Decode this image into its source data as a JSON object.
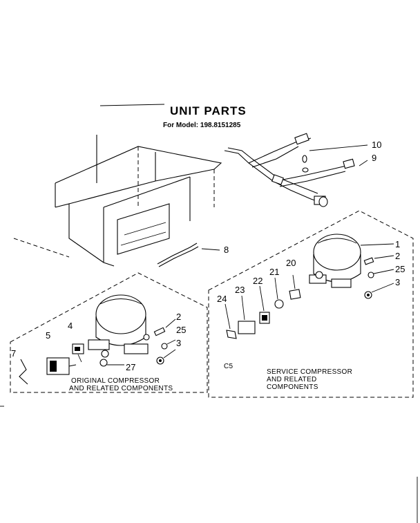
{
  "title": "UNIT PARTS",
  "model_line": "For Model: 198.8151285",
  "callouts": {
    "c1": "1",
    "c2a": "2",
    "c2b": "2",
    "c3a": "3",
    "c3b": "3",
    "c4": "4",
    "c5": "5",
    "c7": "7",
    "c8": "8",
    "c9": "9",
    "c10": "10",
    "c20": "20",
    "c21": "21",
    "c22": "22",
    "c23": "23",
    "c24": "24",
    "c25a": "25",
    "c25b": "25",
    "c27": "27"
  },
  "original_caption": [
    "ORIGINAL COMPRESSOR",
    "AND RELATED COMPONENTS"
  ],
  "service_caption": [
    "SERVICE COMPRESSOR",
    "AND RELATED",
    "COMPONENTS"
  ],
  "code": "C5"
}
